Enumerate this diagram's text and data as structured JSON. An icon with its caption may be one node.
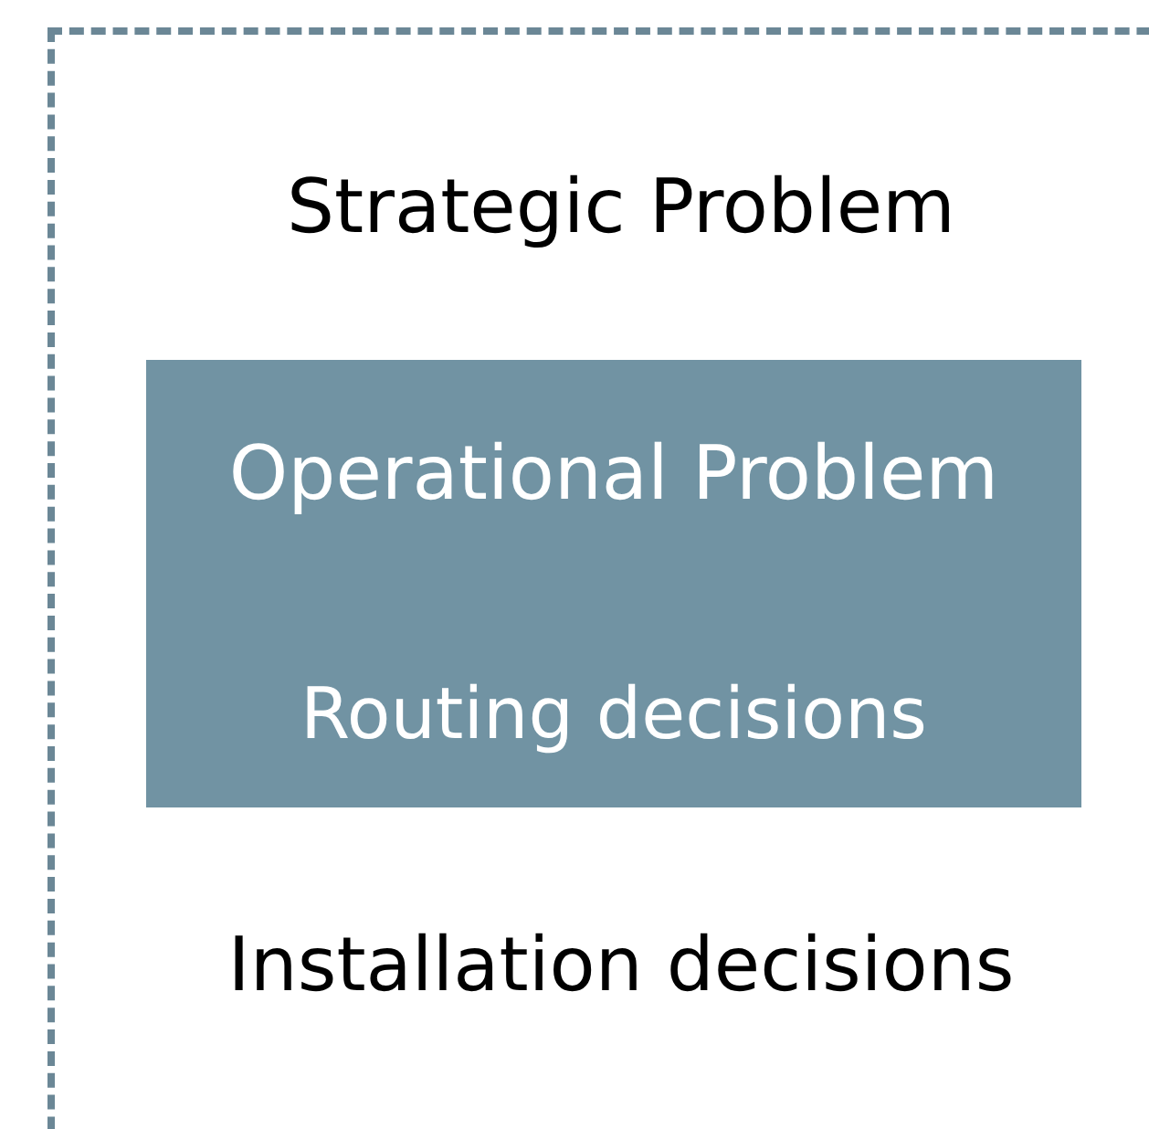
{
  "diagram": {
    "nodes": [
      {
        "text": [
          "Strategic Problem",
          "Installation decisions"
        ]
      },
      {
        "text": [
          "Operational Problem",
          "Routing decisions"
        ],
        "in": 0
      }
    ]
  }
}
